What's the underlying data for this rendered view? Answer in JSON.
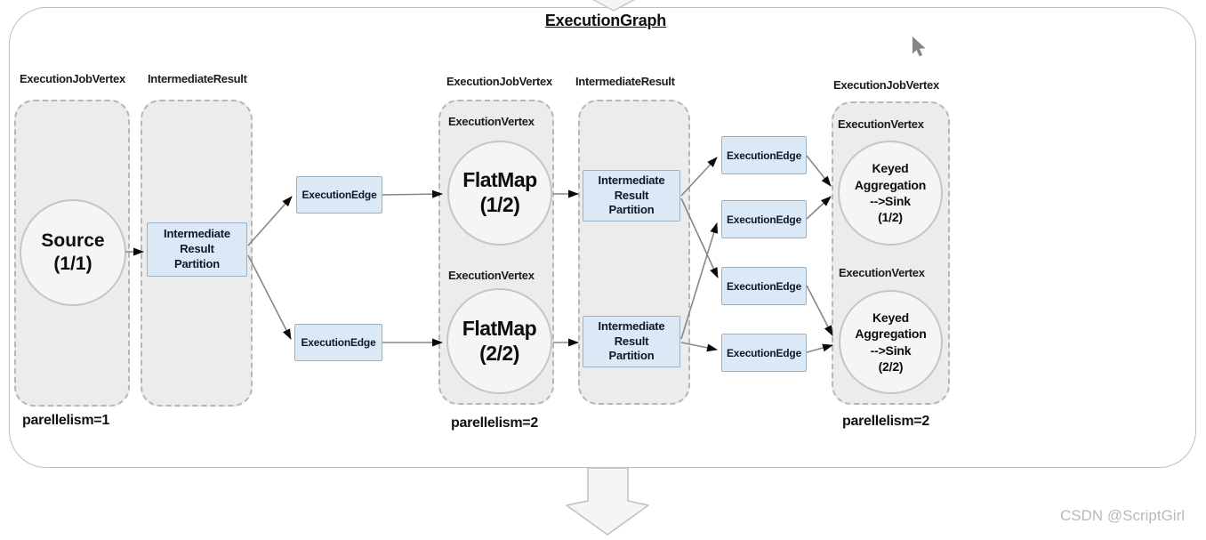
{
  "title": "ExecutionGraph",
  "watermark": "CSDN @ScriptGirl",
  "labels": {
    "execution_job_vertex": "ExecutionJobVertex",
    "intermediate_result": "IntermediateResult",
    "execution_vertex": "ExecutionVertex",
    "execution_edge": "ExecutionEdge"
  },
  "nodes": {
    "source": {
      "lines": [
        "Source",
        "(1/1)"
      ]
    },
    "flatmap1": {
      "lines": [
        "FlatMap",
        "(1/2)"
      ]
    },
    "flatmap2": {
      "lines": [
        "FlatMap",
        "(2/2)"
      ]
    },
    "sink1": {
      "lines": [
        "Keyed",
        "Aggregation",
        "-->Sink",
        "(1/2)"
      ]
    },
    "sink2": {
      "lines": [
        "Keyed",
        "Aggregation",
        "-->Sink",
        "(2/2)"
      ]
    },
    "partition": {
      "lines": [
        "Intermediate",
        "Result",
        "Partition"
      ]
    }
  },
  "parallelism": {
    "source": "parellelism=1",
    "flatmap": "parellelism=2",
    "sink": "parellelism=2"
  },
  "colors": {
    "edge_box_fill": "#dbe9f6",
    "edge_box_border": "#9cb0c2",
    "group_fill": "#ececec",
    "group_border": "#b7b7b7",
    "node_fill": "#f5f5f5",
    "node_border": "#c6c6c6",
    "connector": "#878787",
    "arrowhead": "#0a0a0a",
    "watermark_text": "#b9b9b9"
  }
}
